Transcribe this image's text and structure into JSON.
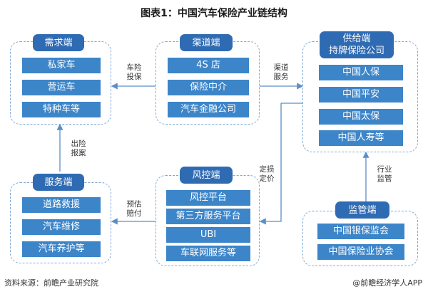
{
  "title": "图表1：中国汽车保险产业链结构",
  "demand": {
    "header": "需求端",
    "items": [
      "私家车",
      "营运车",
      "特种车等"
    ]
  },
  "channel": {
    "header": "渠道端",
    "items": [
      "4S 店",
      "保险中介",
      "汽车金融公司"
    ]
  },
  "supply": {
    "header_line1": "供给端",
    "header_line2": "持牌保险公司",
    "items": [
      "中国人保",
      "中国平安",
      "中国太保",
      "中国人寿等"
    ]
  },
  "service": {
    "header": "服务端",
    "items": [
      "道路救援",
      "汽车维修",
      "汽车养护等"
    ]
  },
  "risk": {
    "header": "风控端",
    "items": [
      "风控平台",
      "第三方服务平台",
      "UBI",
      "车联网服务等"
    ]
  },
  "regulator": {
    "header": "监管端",
    "items": [
      "中国银保监会",
      "中国保险业协会"
    ]
  },
  "labels": {
    "insure": "车险\n投保",
    "channel_service": "渠道\n服务",
    "claim": "出险\n报案",
    "pricing": "定损\n定价",
    "estimate_pay": "预估\n赔付",
    "supervise": "行业\n监管"
  },
  "footer": {
    "source": "资料来源：前瞻产业研究院",
    "brand": "@前瞻经济学人APP"
  },
  "colors": {
    "header": "#2f6bb3",
    "item": "#3c85c9",
    "border": "#7fa9d4",
    "arrow": "#5b8fc6"
  }
}
